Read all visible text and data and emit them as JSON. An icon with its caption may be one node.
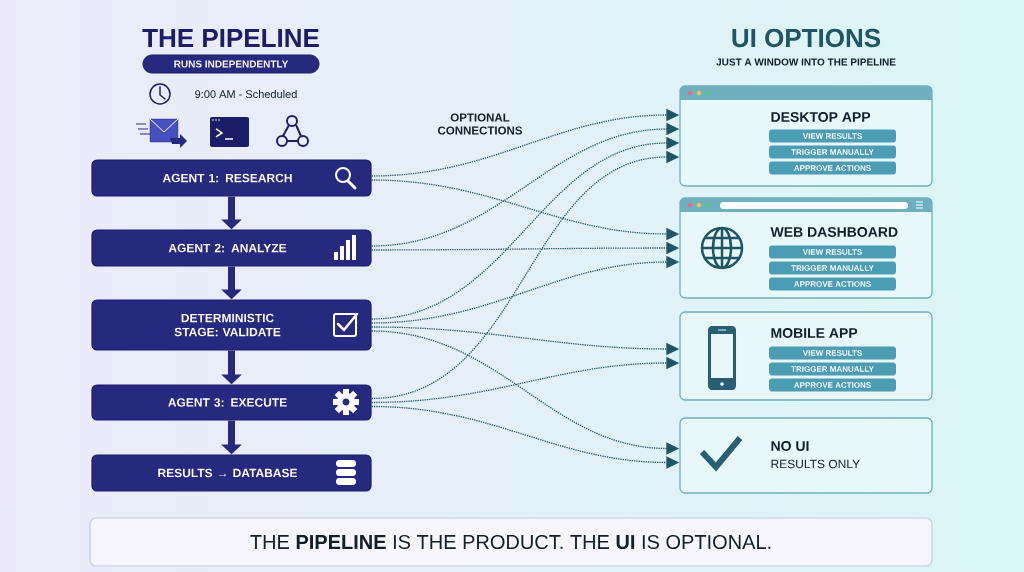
{
  "diagram": {
    "nodes": [
      {
        "text": [
          "RUNS INDEPENDENTLY"
        ]
      },
      {
        "text": [
          "AGENT 1: RESEARCH"
        ]
      },
      {
        "text": [
          "AGENT 2: ANALYZE"
        ]
      },
      {
        "text": [
          "DETERMINISTIC STAGE: VALIDATE"
        ]
      },
      {
        "text": [
          "AGENT 3: EXECUTE"
        ]
      },
      {
        "text": [
          "RESULTS → DATABASE"
        ]
      },
      {
        "text": [
          "DESKTOP APP"
        ]
      },
      {
        "text": [
          "VIEW RESULTS"
        ],
        "in": 6
      },
      {
        "text": [
          "TRIGGER MANUALLY"
        ],
        "in": 6
      },
      {
        "text": [
          "APPROVE ACTIONS"
        ],
        "in": 6
      },
      {
        "text": [
          "WEB DASHBOARD"
        ]
      },
      {
        "text": [
          "VIEW RESULTS"
        ],
        "in": 10
      },
      {
        "text": [
          "TRIGGER MANUALLY"
        ],
        "in": 10
      },
      {
        "text": [
          "APPROVE ACTIONS"
        ],
        "in": 10
      },
      {
        "text": [
          "MOBILE APP"
        ]
      },
      {
        "text": [
          "VIEW RESULTS"
        ],
        "in": 14
      },
      {
        "text": [
          "TRIGGER MANUALLY"
        ],
        "in": 14
      },
      {
        "text": [
          "APPROVE ACTIONS"
        ],
        "in": 14
      },
      {
        "text": [
          "NO UI",
          "RESULTS ONLY"
        ]
      },
      {
        "text": [
          "THE **PIPELINE** IS THE PRODUCT. THE **UI** IS OPTIONAL."
        ]
      }
    ],
    "edges": [
      {
        "from": 1,
        "to": 2,
        "arrow": "to",
        "style": "thick",
        "color": "#262a7e"
      },
      {
        "from": 2,
        "to": 3,
        "arrow": "to",
        "style": "thick",
        "color": "#262a7e"
      },
      {
        "from": 3,
        "to": 4,
        "arrow": "to",
        "style": "thick",
        "color": "#262a7e"
      },
      {
        "from": 4,
        "to": 5,
        "arrow": "to",
        "style": "thick",
        "color": "#262a7e"
      },
      {
        "from": 1,
        "to": 6,
        "arrow": "to",
        "style": "dashed"
      },
      {
        "from": 1,
        "to": 10,
        "arrow": "to",
        "style": "dashed"
      },
      {
        "from": 2,
        "to": 6,
        "arrow": "to",
        "style": "dashed"
      },
      {
        "from": 2,
        "to": 10,
        "arrow": "to",
        "style": "dashed"
      },
      {
        "from": 3,
        "to": 6,
        "arrow": "to",
        "style": "dashed"
      },
      {
        "from": 3,
        "to": 10,
        "arrow": "to",
        "style": "dashed"
      },
      {
        "from": 3,
        "to": 14,
        "arrow": "to",
        "style": "dashed"
      },
      {
        "from": 3,
        "to": 18,
        "arrow": "to",
        "style": "dashed"
      },
      {
        "from": 4,
        "to": 6,
        "arrow": "to",
        "style": "dashed"
      },
      {
        "from": 4,
        "to": 14,
        "arrow": "to",
        "style": "dashed"
      },
      {
        "from": 4,
        "to": 18,
        "arrow": "to",
        "style": "dashed"
      }
    ],
    "labels": [
      "THE PIPELINE",
      "UI OPTIONS",
      "JUST A WINDOW INTO THE PIPELINE",
      "9:00 AM - Scheduled",
      "OPTIONAL CONNECTIONS"
    ]
  }
}
